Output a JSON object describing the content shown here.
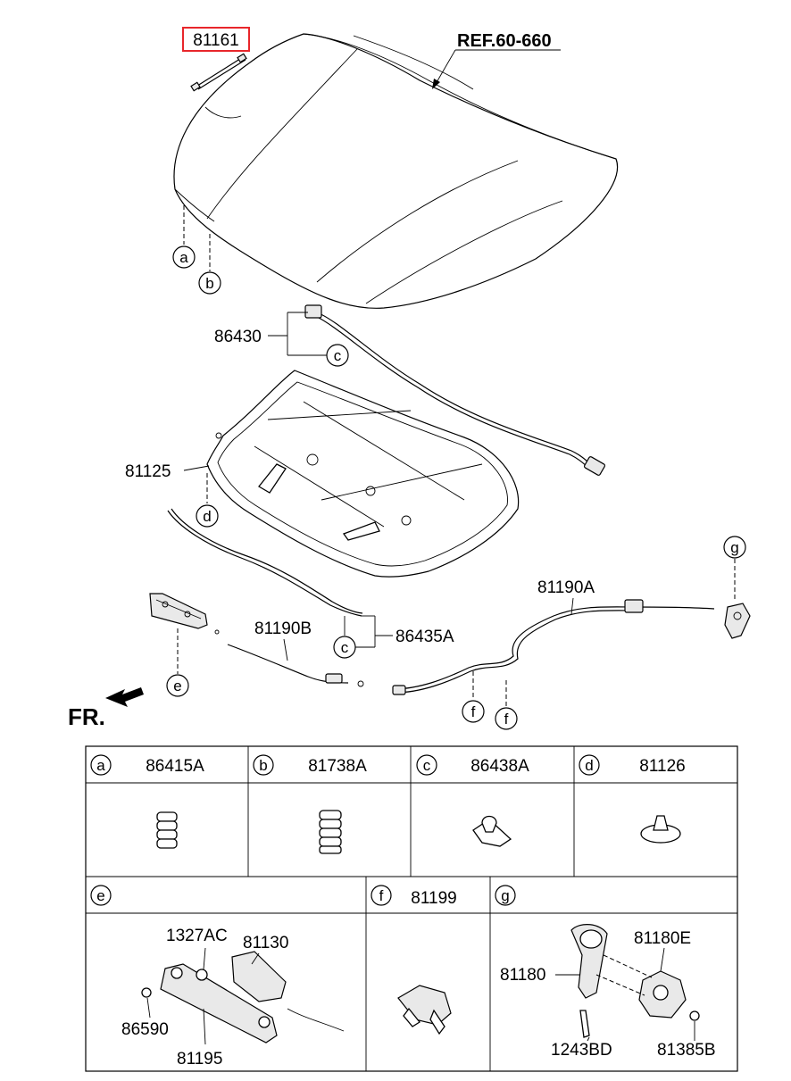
{
  "diagram": {
    "parts": {
      "strut": "81161",
      "ref": "REF.60-660",
      "cable_top": "86430",
      "insulator": "81125",
      "cable_a": "81190A",
      "cable_b": "81190B",
      "cable_side": "86435A"
    },
    "callouts": {
      "a": "a",
      "b": "b",
      "c1": "c",
      "c2": "c",
      "d": "d",
      "e": "e",
      "f1": "f",
      "f2": "f",
      "g": "g"
    },
    "front_label": "FR.",
    "highlight_color": "#e8262b"
  },
  "table": {
    "row1": [
      {
        "letter": "a",
        "part": "86415A"
      },
      {
        "letter": "b",
        "part": "81738A"
      },
      {
        "letter": "c",
        "part": "86438A"
      },
      {
        "letter": "d",
        "part": "81126"
      }
    ],
    "row2": {
      "e": {
        "letter": "e",
        "labels": {
          "p1": "1327AC",
          "p2": "81130",
          "p3": "86590",
          "p4": "81195"
        }
      },
      "f": {
        "letter": "f",
        "part": "81199"
      },
      "g": {
        "letter": "g",
        "labels": {
          "p1": "81180E",
          "p2": "81180",
          "p3": "1243BD",
          "p4": "81385B"
        }
      }
    }
  }
}
